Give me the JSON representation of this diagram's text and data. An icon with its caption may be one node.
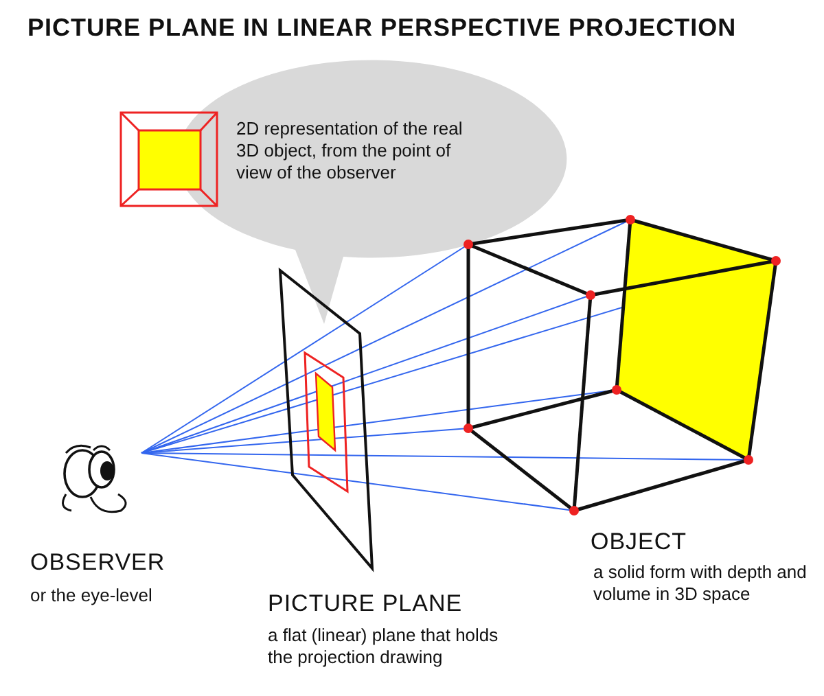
{
  "diagram": {
    "title": "PICTURE PLANE IN LINEAR PERSPECTIVE PROJECTION",
    "nodes": [
      {
        "text": [
          "2D representation of the real 3D object, from the point of view of the observer"
        ]
      }
    ],
    "labels": [
      "OBSERVER",
      "or the eye-level",
      "PICTURE PLANE",
      "a flat (linear) plane that holds the projection drawing",
      "OBJECT",
      "a solid form with depth and volume in 3D space"
    ]
  }
}
